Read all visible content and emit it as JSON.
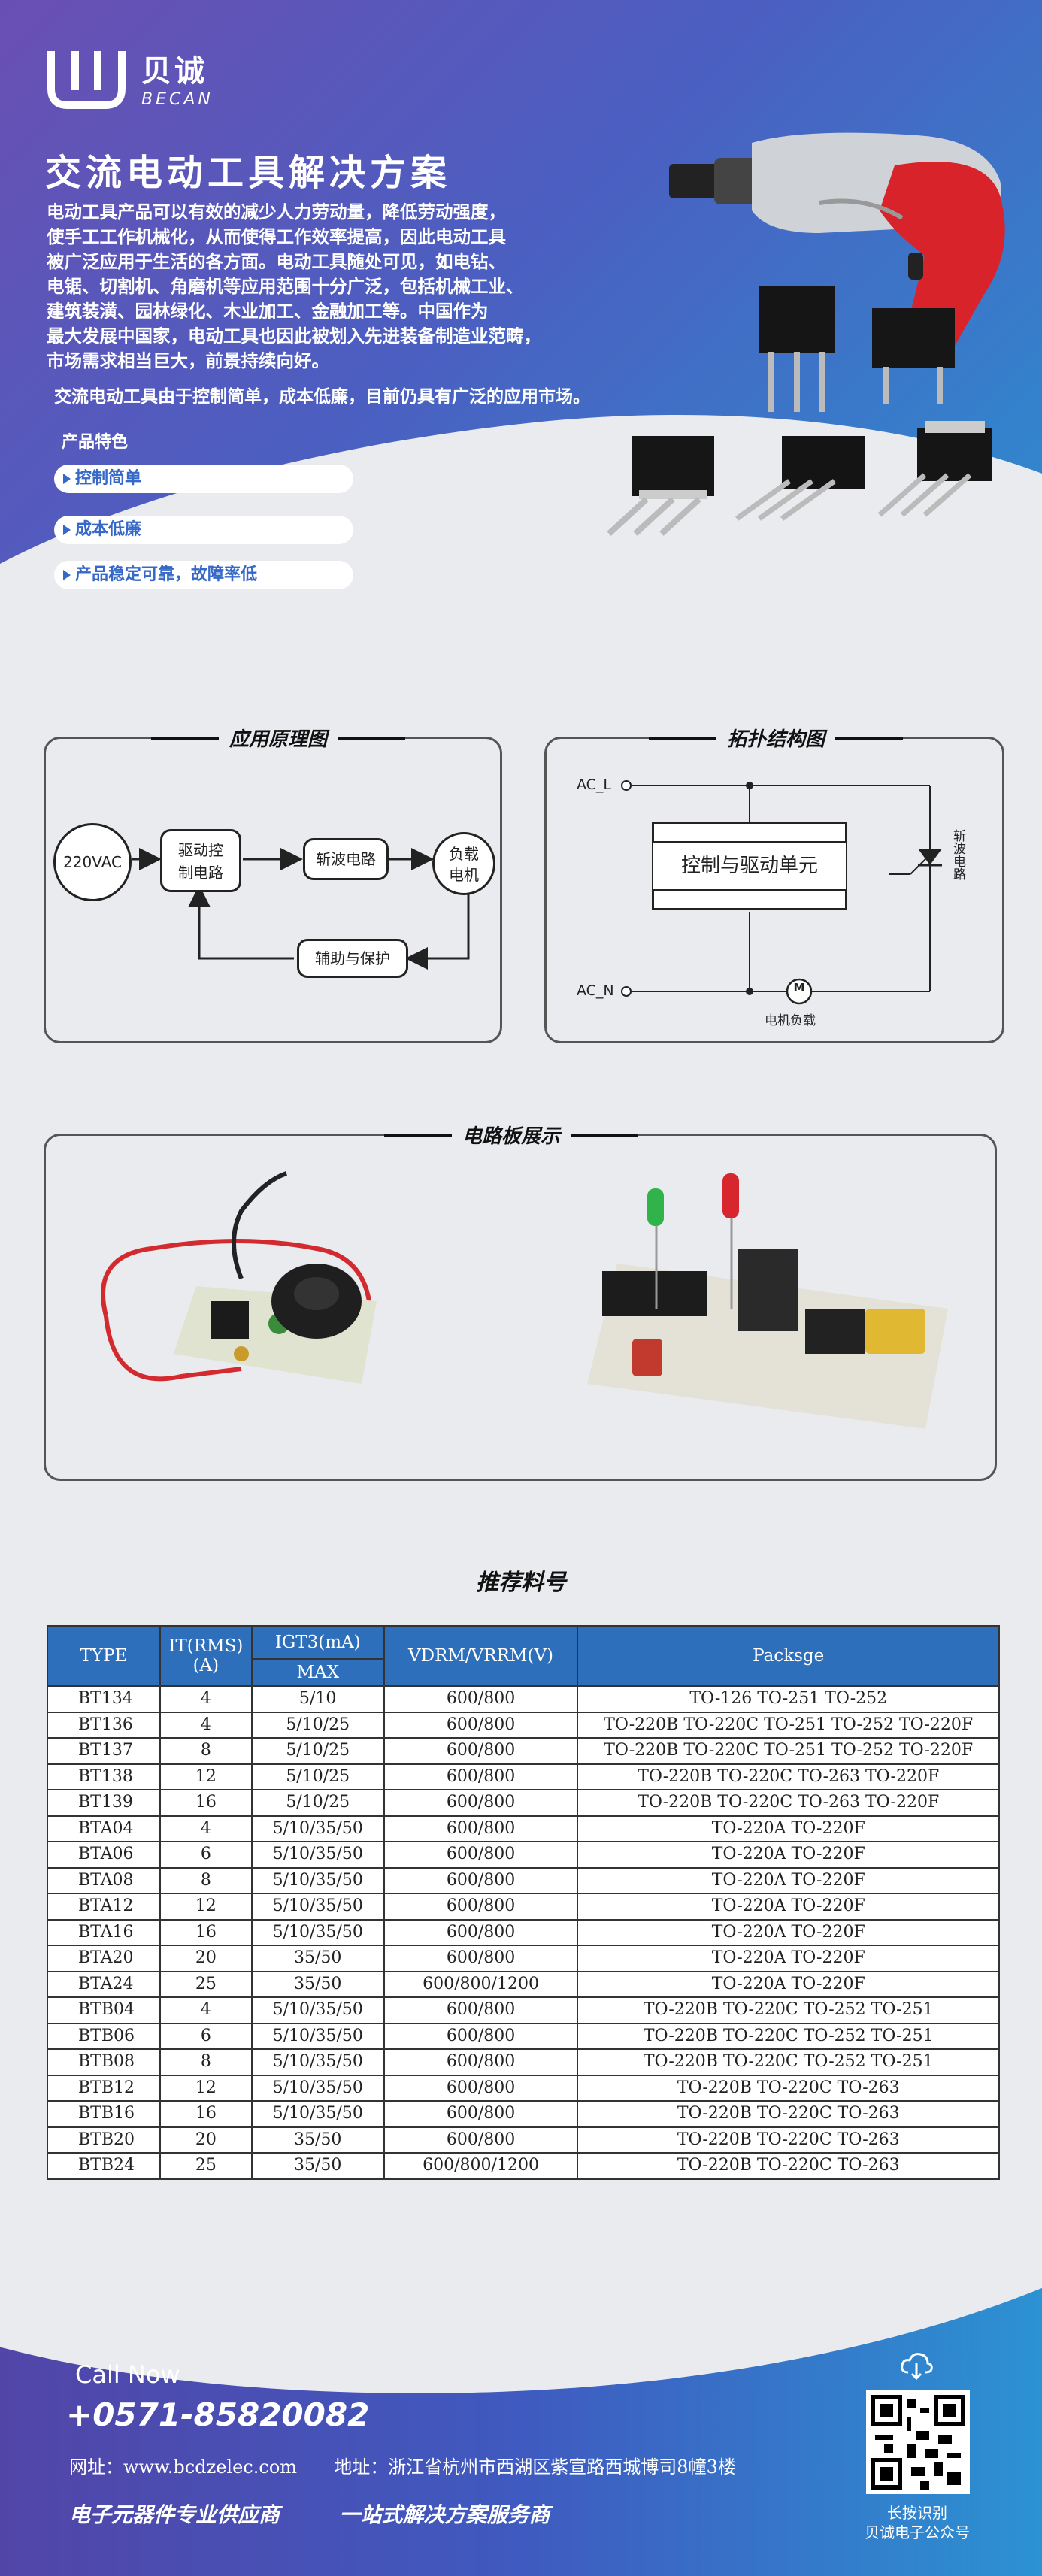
{
  "brand": {
    "name_cn": "贝诚",
    "name_en": "BECAN"
  },
  "hero": {
    "title": "交流电动工具解决方案",
    "paragraph_lines": [
      "电动工具产品可以有效的减少人力劳动量，降低劳动强度，",
      "使手工工作机械化，从而使得工作效率提高，因此电动工具",
      "被广泛应用于生活的各方面。电动工具随处可见，如电钻、",
      "电锯、切割机、角磨机等应用范围十分广泛，包括机械工业、",
      "建筑装潢、园林绿化、木业加工、金融加工等。中国作为",
      "最大发展中国家，电动工具也因此被划入先进装备制造业范畴，",
      "市场需求相当巨大，前景持续向好。"
    ],
    "paragraph2": "交流电动工具由于控制简单，成本低廉，目前仍具有广泛的应用市场。",
    "features_title": "产品特色",
    "features": [
      "控制简单",
      "成本低廉",
      "产品稳定可靠，故障率低"
    ]
  },
  "principle": {
    "title": "应用原理图",
    "source": "220VAC",
    "driver": "驱动控\n制电路",
    "chopper": "斩波电路",
    "load": "负载\n电机",
    "aux": "辅助与保护"
  },
  "topology": {
    "title": "拓扑结构图",
    "ac_l": "AC_L",
    "ac_n": "AC_N",
    "control": "控制与驱动单元",
    "chopper_label": "斩波电路",
    "motor_label": "电机负载",
    "motor_symbol": "M"
  },
  "board": {
    "title": "电路板展示"
  },
  "parts_table": {
    "title": "推荐料号",
    "headers": {
      "type": "TYPE",
      "it": "IT(RMS)(A)",
      "igt": "IGT3(mA)",
      "igt_sub": "MAX",
      "vdrm": "VDRM/VRRM(V)",
      "package": "Packsge"
    },
    "rows": [
      {
        "type": "BT134",
        "it": "4",
        "igt": "5/10",
        "v": "600/800",
        "pkg": "TO-126  TO-251  TO-252"
      },
      {
        "type": "BT136",
        "it": "4",
        "igt": "5/10/25",
        "v": "600/800",
        "pkg": "TO-220B  TO-220C  TO-251  TO-252  TO-220F"
      },
      {
        "type": "BT137",
        "it": "8",
        "igt": "5/10/25",
        "v": "600/800",
        "pkg": "TO-220B  TO-220C  TO-251  TO-252  TO-220F"
      },
      {
        "type": "BT138",
        "it": "12",
        "igt": "5/10/25",
        "v": "600/800",
        "pkg": "TO-220B  TO-220C  TO-263  TO-220F"
      },
      {
        "type": "BT139",
        "it": "16",
        "igt": "5/10/25",
        "v": "600/800",
        "pkg": "TO-220B  TO-220C  TO-263  TO-220F"
      },
      {
        "type": "BTA04",
        "it": "4",
        "igt": "5/10/35/50",
        "v": "600/800",
        "pkg": "TO-220A  TO-220F"
      },
      {
        "type": "BTA06",
        "it": "6",
        "igt": "5/10/35/50",
        "v": "600/800",
        "pkg": "TO-220A  TO-220F"
      },
      {
        "type": "BTA08",
        "it": "8",
        "igt": "5/10/35/50",
        "v": "600/800",
        "pkg": "TO-220A  TO-220F"
      },
      {
        "type": "BTA12",
        "it": "12",
        "igt": "5/10/35/50",
        "v": "600/800",
        "pkg": "TO-220A  TO-220F"
      },
      {
        "type": "BTA16",
        "it": "16",
        "igt": "5/10/35/50",
        "v": "600/800",
        "pkg": "TO-220A  TO-220F"
      },
      {
        "type": "BTA20",
        "it": "20",
        "igt": "35/50",
        "v": "600/800",
        "pkg": "TO-220A  TO-220F"
      },
      {
        "type": "BTA24",
        "it": "25",
        "igt": "35/50",
        "v": "600/800/1200",
        "pkg": "TO-220A  TO-220F"
      },
      {
        "type": "BTB04",
        "it": "4",
        "igt": "5/10/35/50",
        "v": "600/800",
        "pkg": "TO-220B  TO-220C  TO-252  TO-251"
      },
      {
        "type": "BTB06",
        "it": "6",
        "igt": "5/10/35/50",
        "v": "600/800",
        "pkg": "TO-220B  TO-220C  TO-252  TO-251"
      },
      {
        "type": "BTB08",
        "it": "8",
        "igt": "5/10/35/50",
        "v": "600/800",
        "pkg": "TO-220B  TO-220C  TO-252  TO-251"
      },
      {
        "type": "BTB12",
        "it": "12",
        "igt": "5/10/35/50",
        "v": "600/800",
        "pkg": "TO-220B  TO-220C  TO-263"
      },
      {
        "type": "BTB16",
        "it": "16",
        "igt": "5/10/35/50",
        "v": "600/800",
        "pkg": "TO-220B  TO-220C  TO-263"
      },
      {
        "type": "BTB20",
        "it": "20",
        "igt": "35/50",
        "v": "600/800",
        "pkg": "TO-220B  TO-220C  TO-263"
      },
      {
        "type": "BTB24",
        "it": "25",
        "igt": "35/50",
        "v": "600/800/1200",
        "pkg": "TO-220B  TO-220C  TO-263"
      }
    ]
  },
  "footer": {
    "call_now": "Call Now",
    "phone": "+0571-85820082",
    "website": "网址：www.bcdzelec.com",
    "address": "地址：浙江省杭州市西湖区紫宣路西城博司8幢3楼",
    "slogan1": "电子元器件专业供应商",
    "slogan2": "一站式解决方案服务商",
    "qr_caption1": "长按识别",
    "qr_caption2": "贝诚电子公众号"
  },
  "colors": {
    "table_header": "#2e6fbb",
    "pill_text": "#3568c9",
    "hero_start": "#6a4fb3",
    "hero_end": "#2b8fd0"
  }
}
